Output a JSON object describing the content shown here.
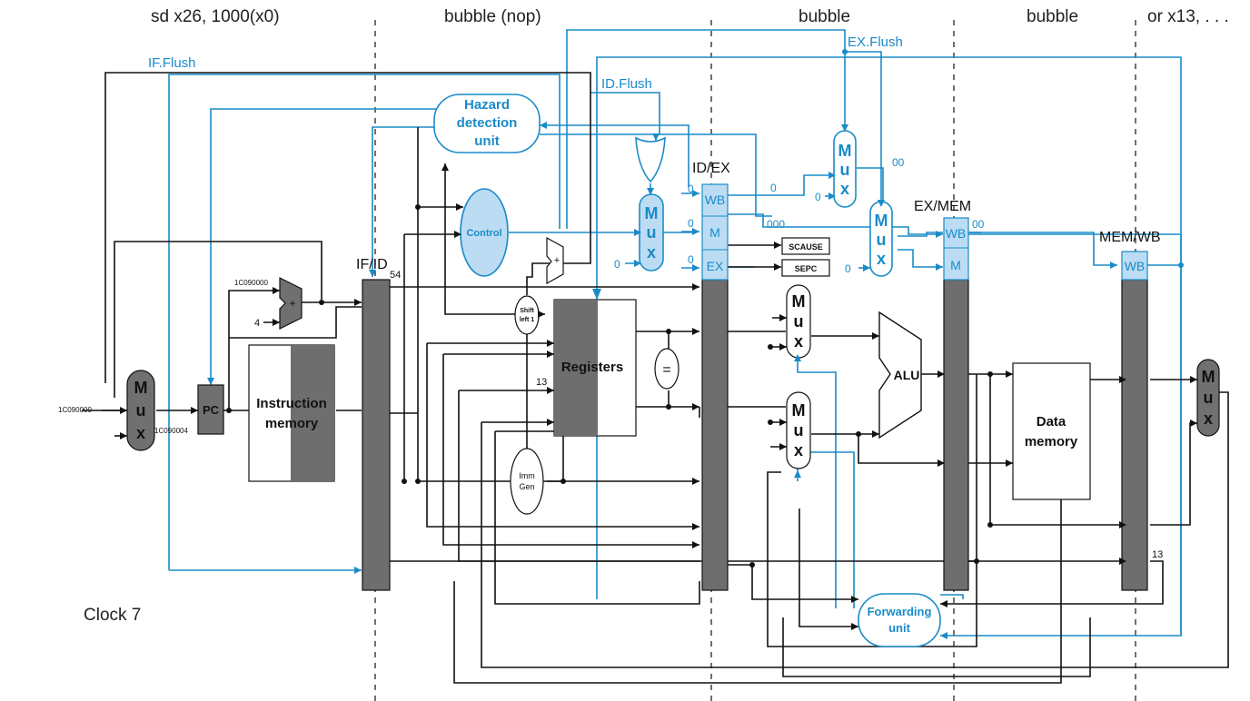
{
  "stage_instructions": [
    "sd x26, 1000(x0)",
    "bubble (nop)",
    "bubble",
    "bubble",
    "or x13, . . ."
  ],
  "clock_label": "Clock 7",
  "signals": {
    "if_flush": "IF.Flush",
    "id_flush": "ID.Flush",
    "ex_flush": "EX.Flush"
  },
  "pipeline_registers": {
    "if_id": "IF/ID",
    "id_ex": "ID/EX",
    "ex_mem": "EX/MEM",
    "mem_wb": "MEM/WB"
  },
  "control_fields": {
    "wb": "WB",
    "m": "M",
    "ex": "EX"
  },
  "units": {
    "hazard": [
      "Hazard",
      "detection",
      "unit"
    ],
    "control": "Control",
    "registers": "Registers",
    "instruction_memory": [
      "Instruction",
      "memory"
    ],
    "data_memory": [
      "Data",
      "memory"
    ],
    "alu": "ALU",
    "forwarding": [
      "Forwarding",
      "unit"
    ],
    "pc": "PC",
    "shift": [
      "Shift",
      "left 1"
    ],
    "imm_gen": [
      "Imm",
      "Gen"
    ],
    "equal": "=",
    "scause": "SCAUSE",
    "sepc": "SEPC",
    "plus": "+",
    "mux_letters": [
      "M",
      "u",
      "x"
    ]
  },
  "values": {
    "exception_addr": "1C090000",
    "pc_in": "1C090000",
    "pc_out": "1C090004",
    "adder_top": "1C090000",
    "four": "4",
    "ifid_value": "54",
    "reg_13": "13",
    "memwb_13": "13",
    "zero": "0",
    "triple_zero": "000",
    "double_zero": "00"
  },
  "colors": {
    "hazard_blue": "#1a8bc8",
    "control_fill": "#bcdcf4",
    "register_gray": "#6e6e6e",
    "mux_gray": "#707070"
  }
}
